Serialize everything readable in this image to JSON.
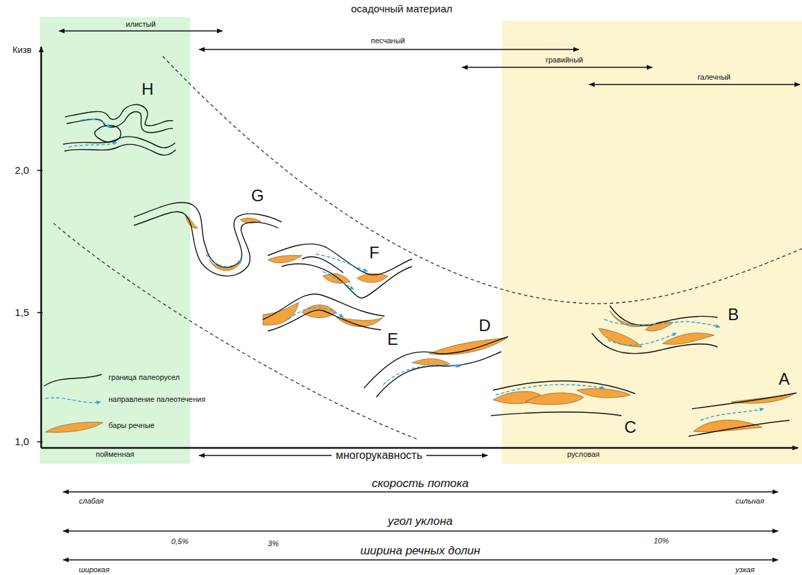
{
  "diagram": {
    "nodes": [
      {
        "text": [
          "пойменная"
        ]
      },
      {
        "text": [
          "русловая"
        ]
      }
    ],
    "labels": [
      "осадочный материал",
      "илистый",
      "песчаный",
      "гравийный",
      "галечный",
      "Кизв",
      "2,0",
      "1,5",
      "1,0",
      "H",
      "G",
      "F",
      "E",
      "D",
      "C",
      "B",
      "A",
      "многорукавность",
      "скорость потока",
      "слабая",
      "сильная",
      "угол уклона",
      "0,5%",
      "3%",
      "10%",
      "ширина речных долин",
      "широкая",
      "узкая"
    ],
    "legend": [
      {
        "text": "граница палеорусел"
      },
      {
        "text": "направление палеотечения"
      },
      {
        "text": "бары речные",
        "color": "#f5a33f"
      }
    ]
  }
}
